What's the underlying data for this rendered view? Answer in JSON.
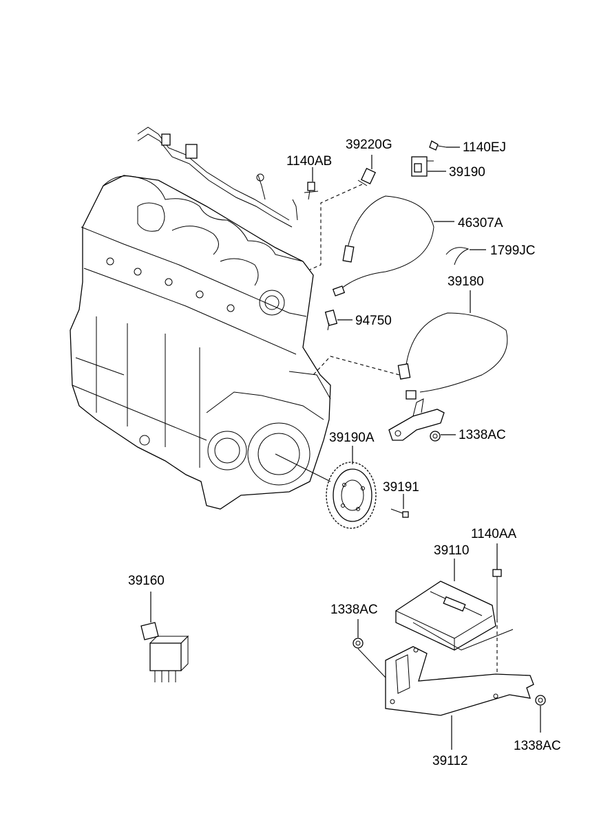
{
  "labels": {
    "p1140AB": "1140AB",
    "p39220G": "39220G",
    "p1140EJ": "1140EJ",
    "p39190": "39190",
    "p46307A": "46307A",
    "p1799JC": "1799JC",
    "p39180": "39180",
    "p94750": "94750",
    "p1338AC_a": "1338AC",
    "p39190A": "39190A",
    "p39191": "39191",
    "p1140AA": "1140AA",
    "p39110": "39110",
    "p39160": "39160",
    "p1338AC_b": "1338AC",
    "p1338AC_c": "1338AC",
    "p39112": "39112"
  }
}
